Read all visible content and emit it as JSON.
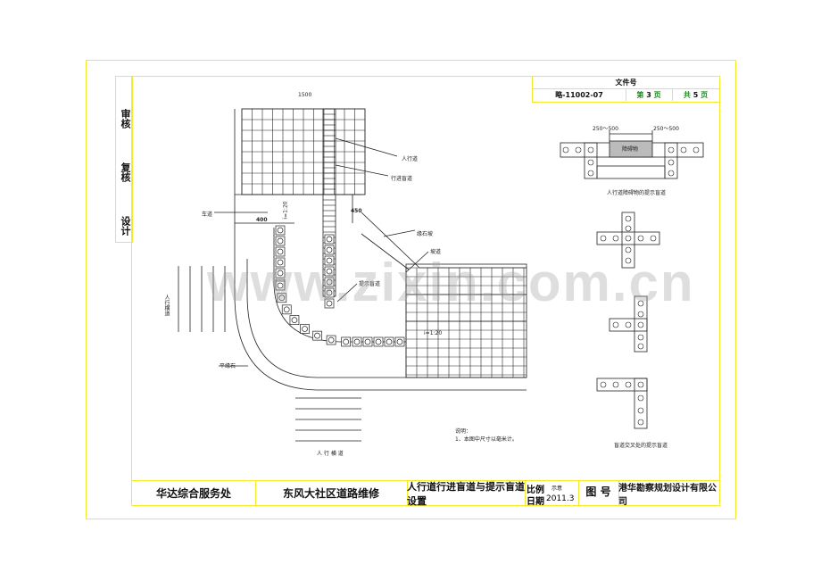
{
  "sidebar": {
    "review": "审核",
    "check": "复核",
    "design": "设计"
  },
  "header": {
    "doc_label": "文件号",
    "doc_number": "略-11002-07",
    "page_prefix": "第",
    "page_num": "3",
    "page_unit": "页",
    "total_prefix": "共",
    "total_num": "5",
    "total_unit": "页"
  },
  "title_block": {
    "client": "华达综合服务处",
    "project": "东风大社区道路维修",
    "drawing_title": "人行道行进盲道与提示盲道设置",
    "scale_label": "比例",
    "scale_value": "示意",
    "date_label": "日期",
    "date_value": "2011.3",
    "drawing_no_label": "图 号",
    "company": "港华勘察规划设计有限公司"
  },
  "plan": {
    "dim_top": "1500",
    "dim_400": "400",
    "dim_450": "450",
    "label_sidewalk": "人行道",
    "label_guide": "行进盲道",
    "label_road": "车道",
    "label_slope1": "i=1:20",
    "label_slope2": "i=1:20",
    "label_ramp": "缘石坡",
    "label_ramp2": "坡道",
    "label_warning": "提示盲道",
    "label_kerb": "平缘石",
    "label_crossing_left": "人行横道",
    "label_crossing_bottom": "人 行 横 道",
    "note_title": "说明：",
    "note_1": "1、本图中尺寸以毫米计。"
  },
  "details": {
    "obstacle_dim1": "250～500",
    "obstacle_dim2": "250～500",
    "obstacle_label": "障碍物",
    "caption_top": "人行道障碍物的提示盲道",
    "caption_bottom": "盲道交叉处的提示盲道"
  },
  "watermark": "www.zixin.com.cn"
}
